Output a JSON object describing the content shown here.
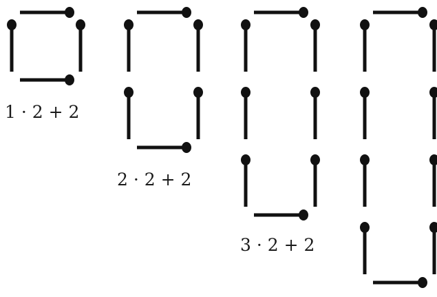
{
  "figures": [
    {
      "stack": 1,
      "label": "1 · 2 + 2"
    },
    {
      "stack": 2,
      "label": "2 · 2 + 2"
    },
    {
      "stack": 3,
      "label": "3 · 2 + 2"
    },
    {
      "stack": 4,
      "label": ""
    }
  ],
  "colors": {
    "stick": "#111111",
    "background": "#ffffff"
  }
}
